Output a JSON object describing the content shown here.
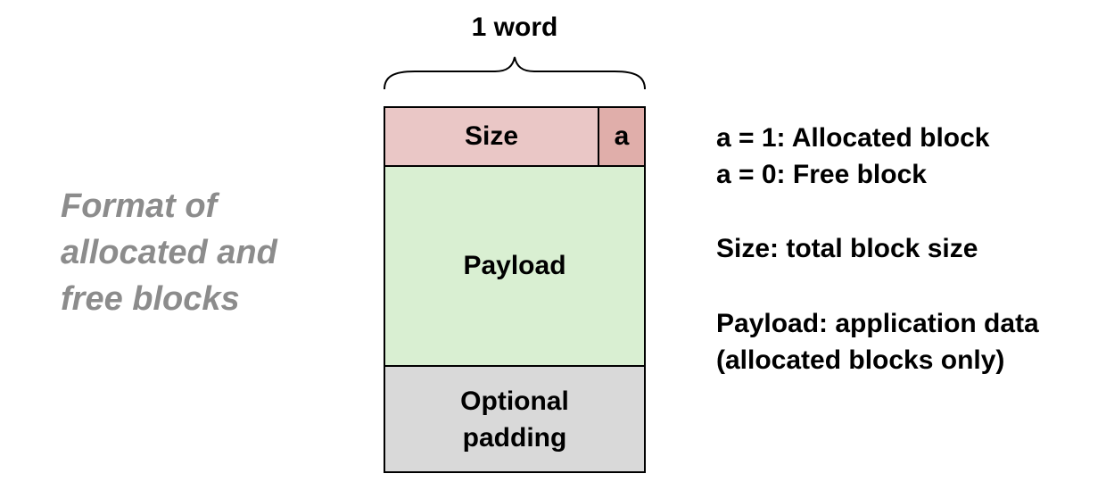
{
  "side_title": [
    "Format of",
    "allocated and",
    "free blocks"
  ],
  "word_label": "1 word",
  "block": {
    "size_label": "Size",
    "a_label": "a",
    "payload_label": "Payload",
    "padding_label": [
      "Optional",
      "padding"
    ]
  },
  "legend": {
    "a_lines": [
      "a = 1: Allocated block",
      "a = 0: Free block"
    ],
    "size_line": "Size: total block size",
    "payload_lines": [
      "Payload: application data",
      "(allocated blocks only)"
    ]
  },
  "colors": {
    "size_cell": "#eac7c6",
    "a_cell": "#e0aeaa",
    "payload": "#d9efd2",
    "padding": "#d9d9d9",
    "side_title": "#8c8c8c"
  }
}
